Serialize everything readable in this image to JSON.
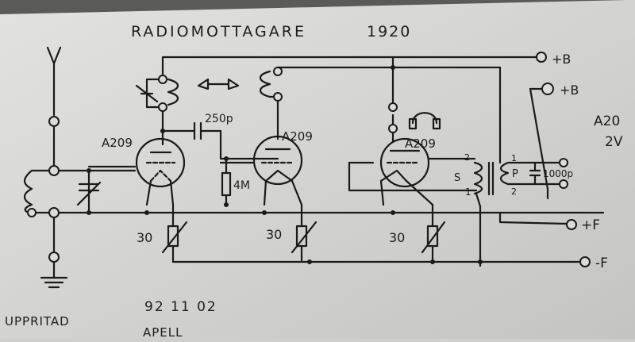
{
  "title": "RADIOMOTTAGARE",
  "year": "1920",
  "tubes": [
    "A209",
    "A209",
    "A209"
  ],
  "capacitor_coupling": "250p",
  "grid_resistor": "4M",
  "rheostats": [
    "30",
    "30",
    "30"
  ],
  "terminals": {
    "b1": "+B",
    "b2": "+B",
    "f_plus": "+F",
    "f_minus": "-F"
  },
  "transformer": {
    "primary": "P",
    "secondary": "S",
    "pin_p1": "1",
    "pin_p2": "2",
    "pin_s2": "2",
    "pin_s1": "1"
  },
  "bypass_capacitor": "1000p",
  "side_note": {
    "tube": "A20",
    "voltage": "2V"
  },
  "footer": {
    "label": "UPPRITAD",
    "date": "92 11 02",
    "name": "APELL"
  }
}
